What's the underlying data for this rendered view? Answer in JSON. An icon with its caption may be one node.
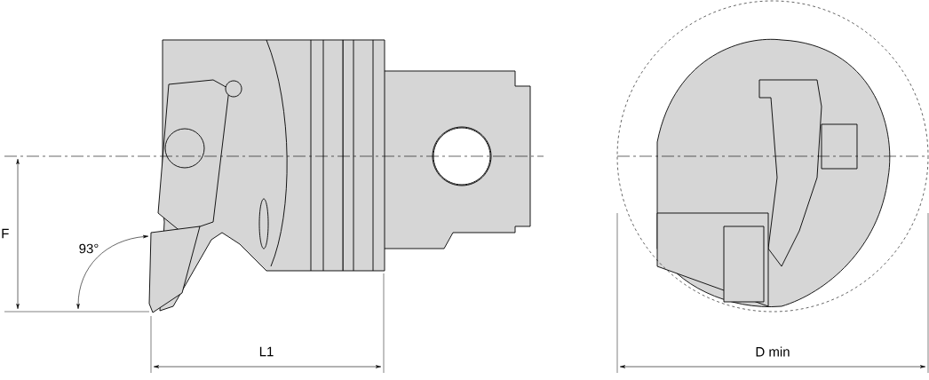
{
  "diagram": {
    "labels": [
      "F",
      "93°",
      "L1",
      "D min"
    ]
  }
}
